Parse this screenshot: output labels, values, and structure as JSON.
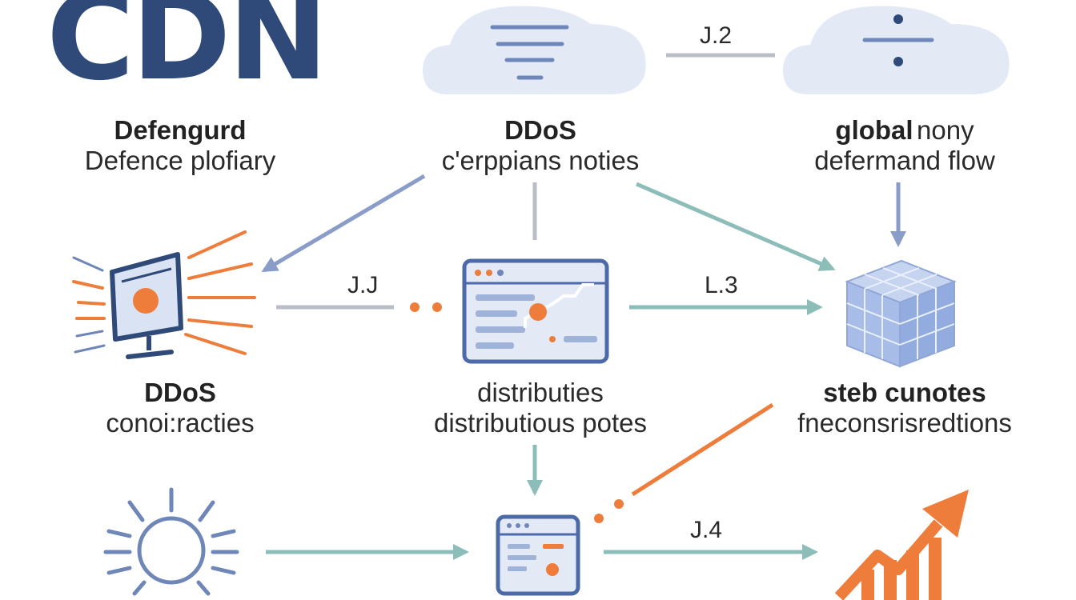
{
  "title": "CDN",
  "nodes": {
    "top_left": {
      "bold": "Defengurd",
      "text": "Defence plofiary"
    },
    "top_center": {
      "bold": "DDoS",
      "text": "c'erppians noties"
    },
    "top_right": {
      "bold": "global",
      "bold_rest": "nony",
      "text": "defermand flow"
    },
    "mid_left": {
      "bold": "DDoS",
      "text": "conoi:racties"
    },
    "mid_center": {
      "text1": "distributies",
      "text2": "distributious potes"
    },
    "mid_right": {
      "bold": "steb cunotes",
      "text": "fneconsrisredtions"
    }
  },
  "edges": {
    "j2": "J.2",
    "j1": "J.J",
    "l3": "L.3",
    "j4": "J.4"
  },
  "colors": {
    "navy": "#2f4a78",
    "steel": "#6f86b8",
    "teal": "#8dbdb9",
    "orange": "#ee7d3b",
    "cloud": "#e3eaf6",
    "gray": "#b9bec6"
  },
  "icons": [
    "cloud-filter-icon",
    "cloud-divide-icon",
    "monitor-attack-icon",
    "browser-chart-icon",
    "cube-stack-icon",
    "sun-icon",
    "browser-small-icon",
    "growth-chart-icon"
  ]
}
